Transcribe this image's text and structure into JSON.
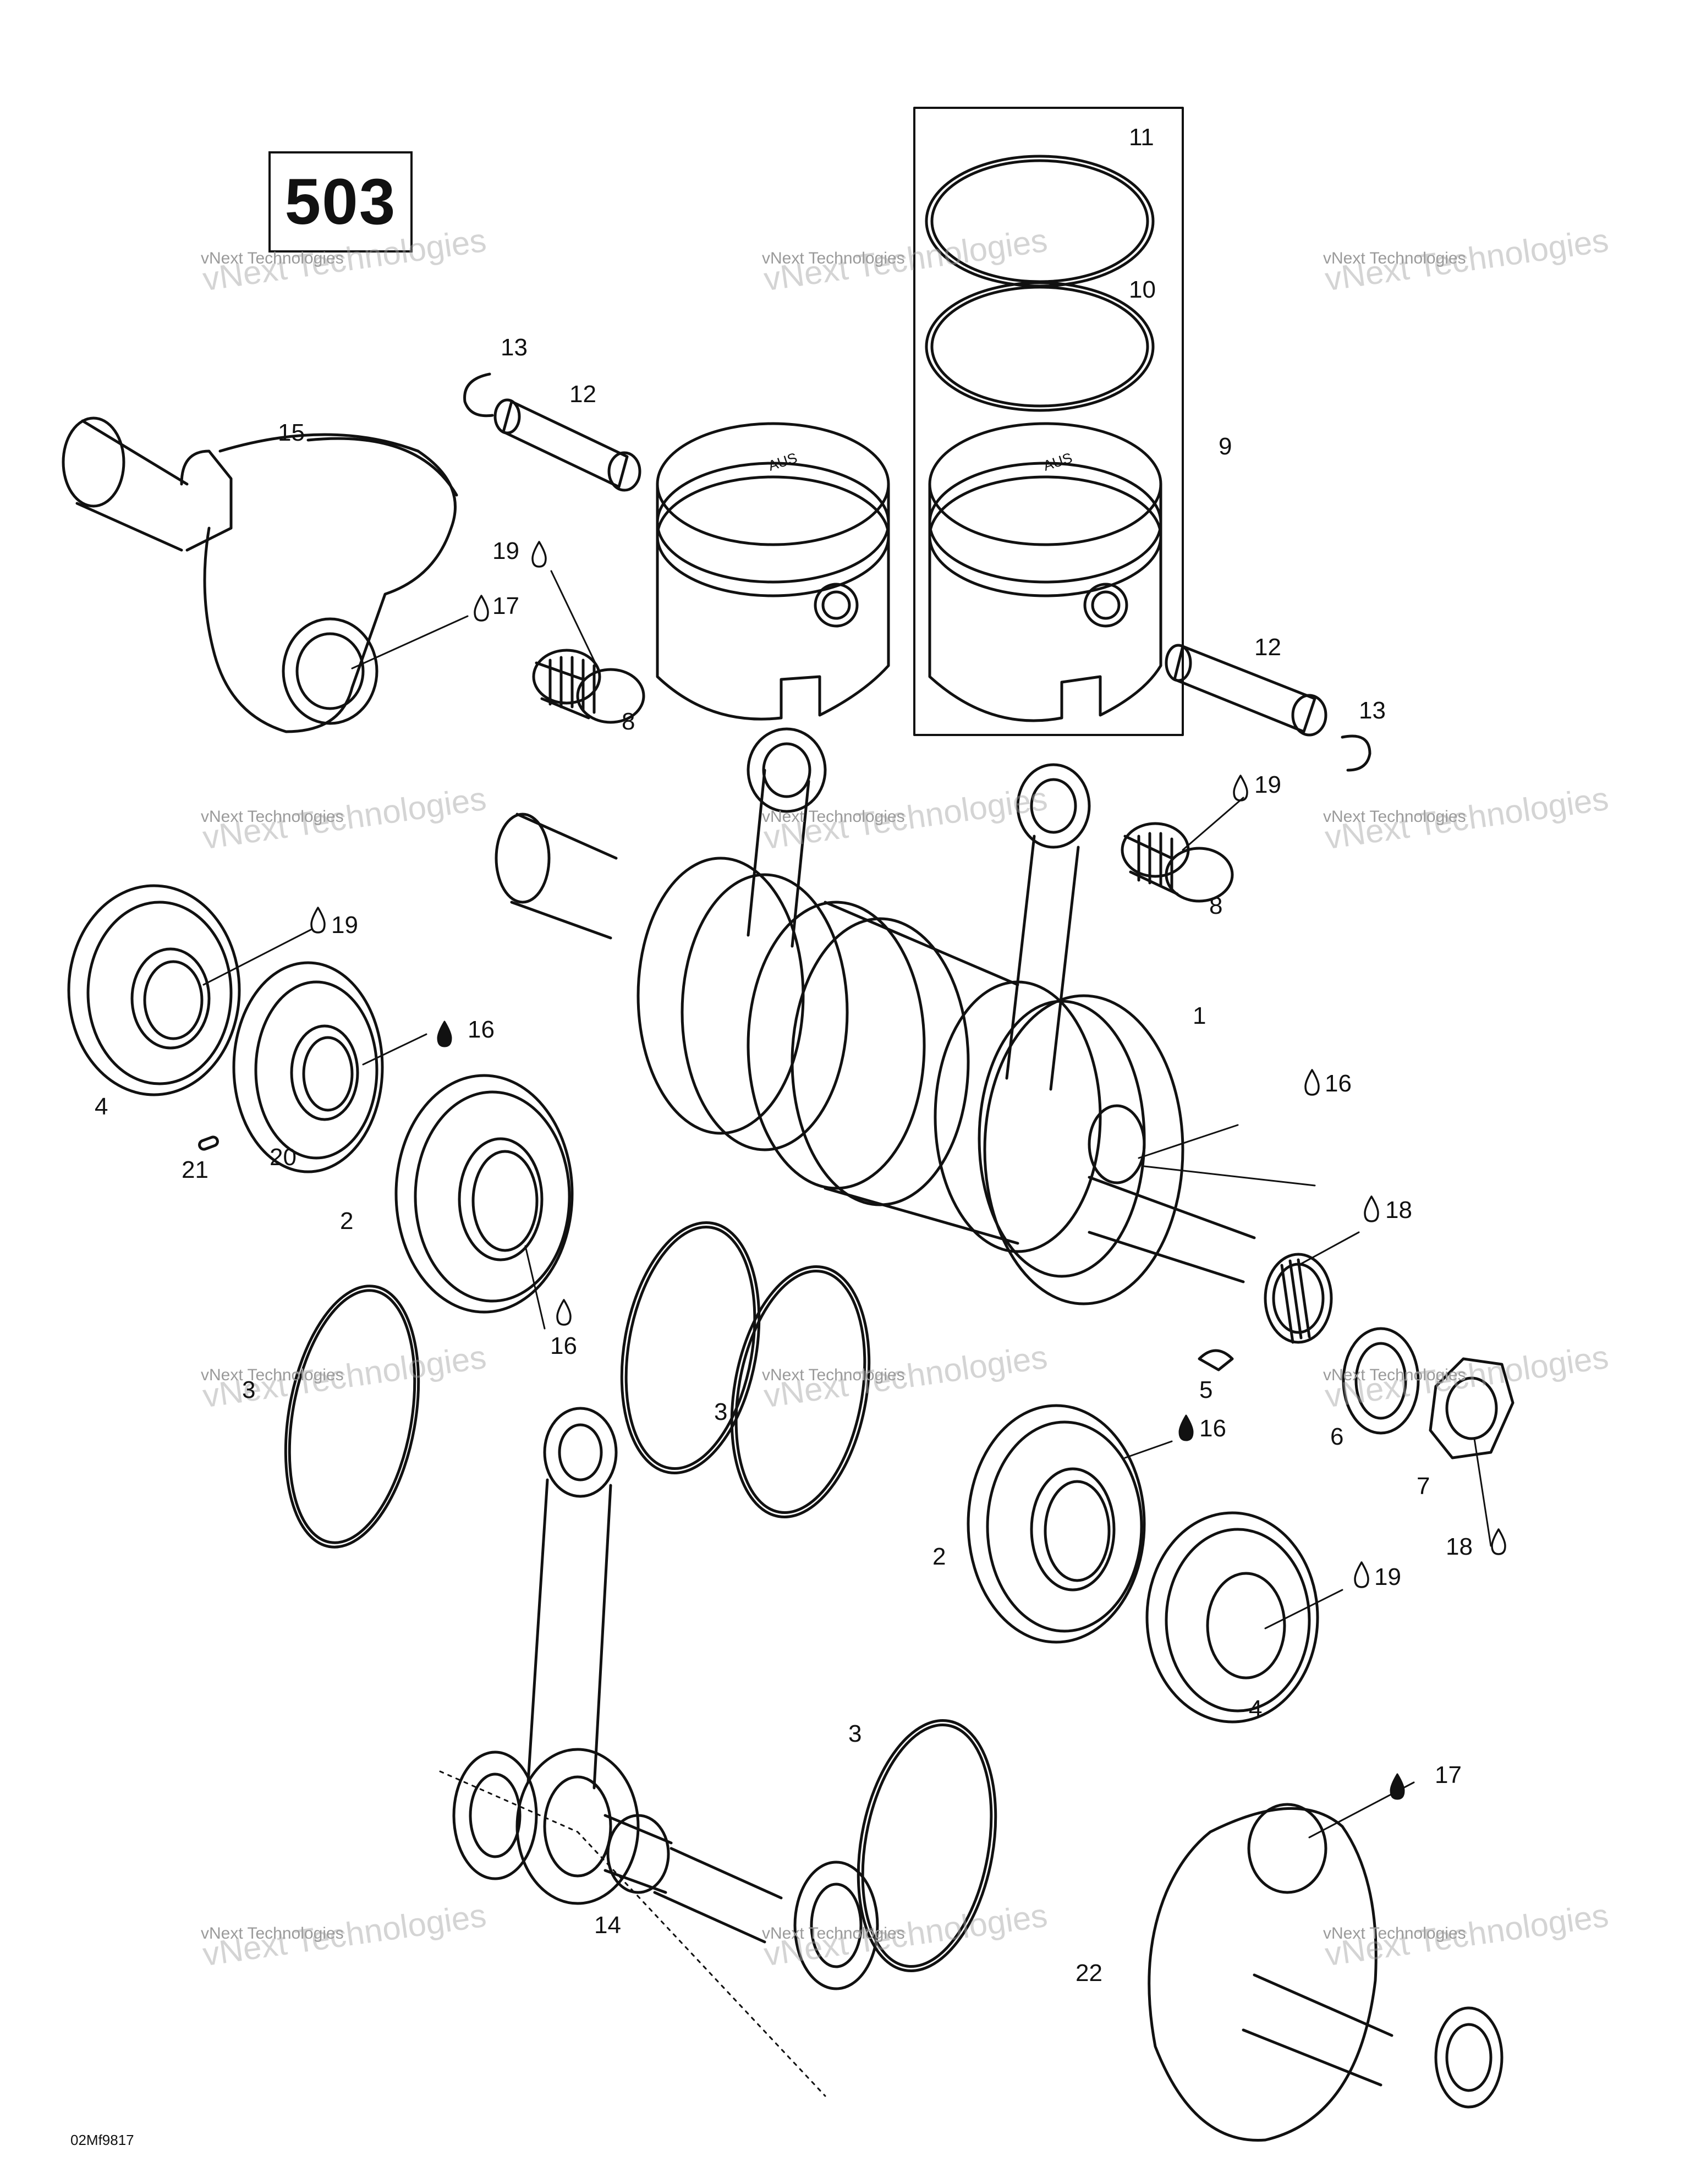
{
  "model_number": "503",
  "figure_code": "02Mf9817",
  "watermark": {
    "line1": "vNext Technologies",
    "line2": "vNext Technologies"
  },
  "callouts": {
    "c11": "11",
    "c10": "10",
    "c9": "9",
    "c13a": "13",
    "c12a": "12",
    "c15": "15",
    "c19a": "19",
    "c17a": "17",
    "c8a": "8",
    "c12b": "12",
    "c13b": "13",
    "c19b": "19",
    "c8b": "8",
    "c19c": "19",
    "c16a": "16",
    "c4a": "4",
    "c21": "21",
    "c20": "20",
    "c1": "1",
    "c16b": "16",
    "c2a": "2",
    "c16c": "16",
    "c18a": "18",
    "c3a": "3",
    "c3b": "3",
    "c5": "5",
    "c6": "6",
    "c7": "7",
    "c16d": "16",
    "c2b": "2",
    "c18b": "18",
    "c19d": "19",
    "c4b": "4",
    "c3c": "3",
    "c17b": "17",
    "c14": "14",
    "c22": "22"
  }
}
